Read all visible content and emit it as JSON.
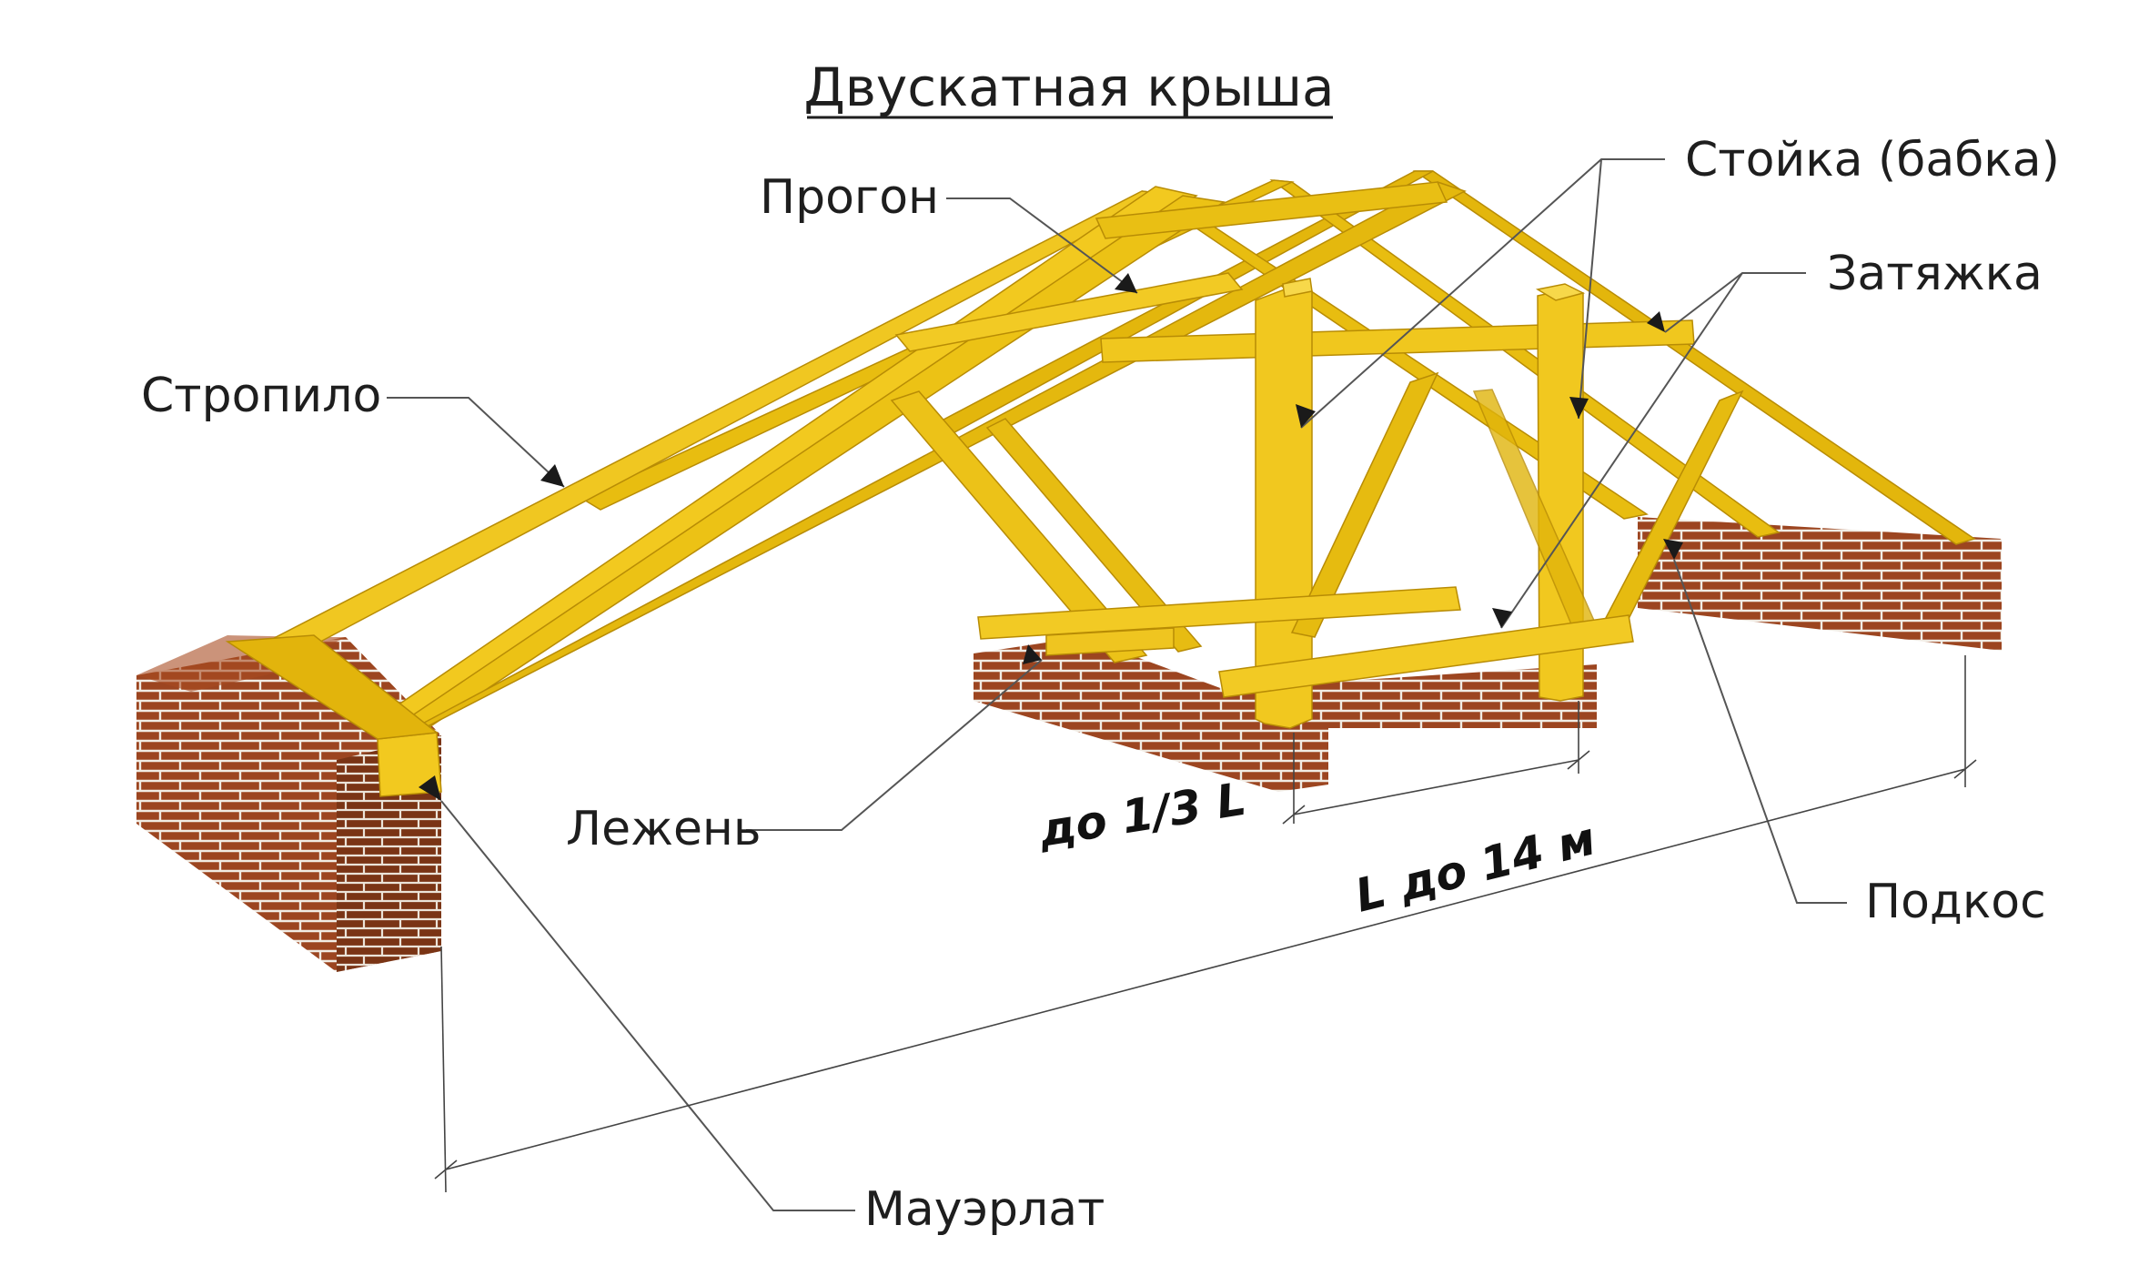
{
  "title": "Двускатная крыша",
  "labels": {
    "progon": "Прогон",
    "stoyka": "Стойка (бабка)",
    "zatyazhka": "Затяжка",
    "stropilo": "Стропило",
    "lezhen": "Лежень",
    "podkos": "Подкос",
    "mauerlat": "Мауэрлат"
  },
  "dimensions": {
    "stand_spacing": "до 1/3 L",
    "span": "L до 14 м"
  },
  "colors": {
    "timber": "#e8bd10",
    "timber_dark": "#c79a06",
    "timber_light": "#f6d23a",
    "brick": "#9c4520",
    "brick_dark": "#6e2e12",
    "mortar": "#f1ece4",
    "text": "#1e1e1e"
  }
}
